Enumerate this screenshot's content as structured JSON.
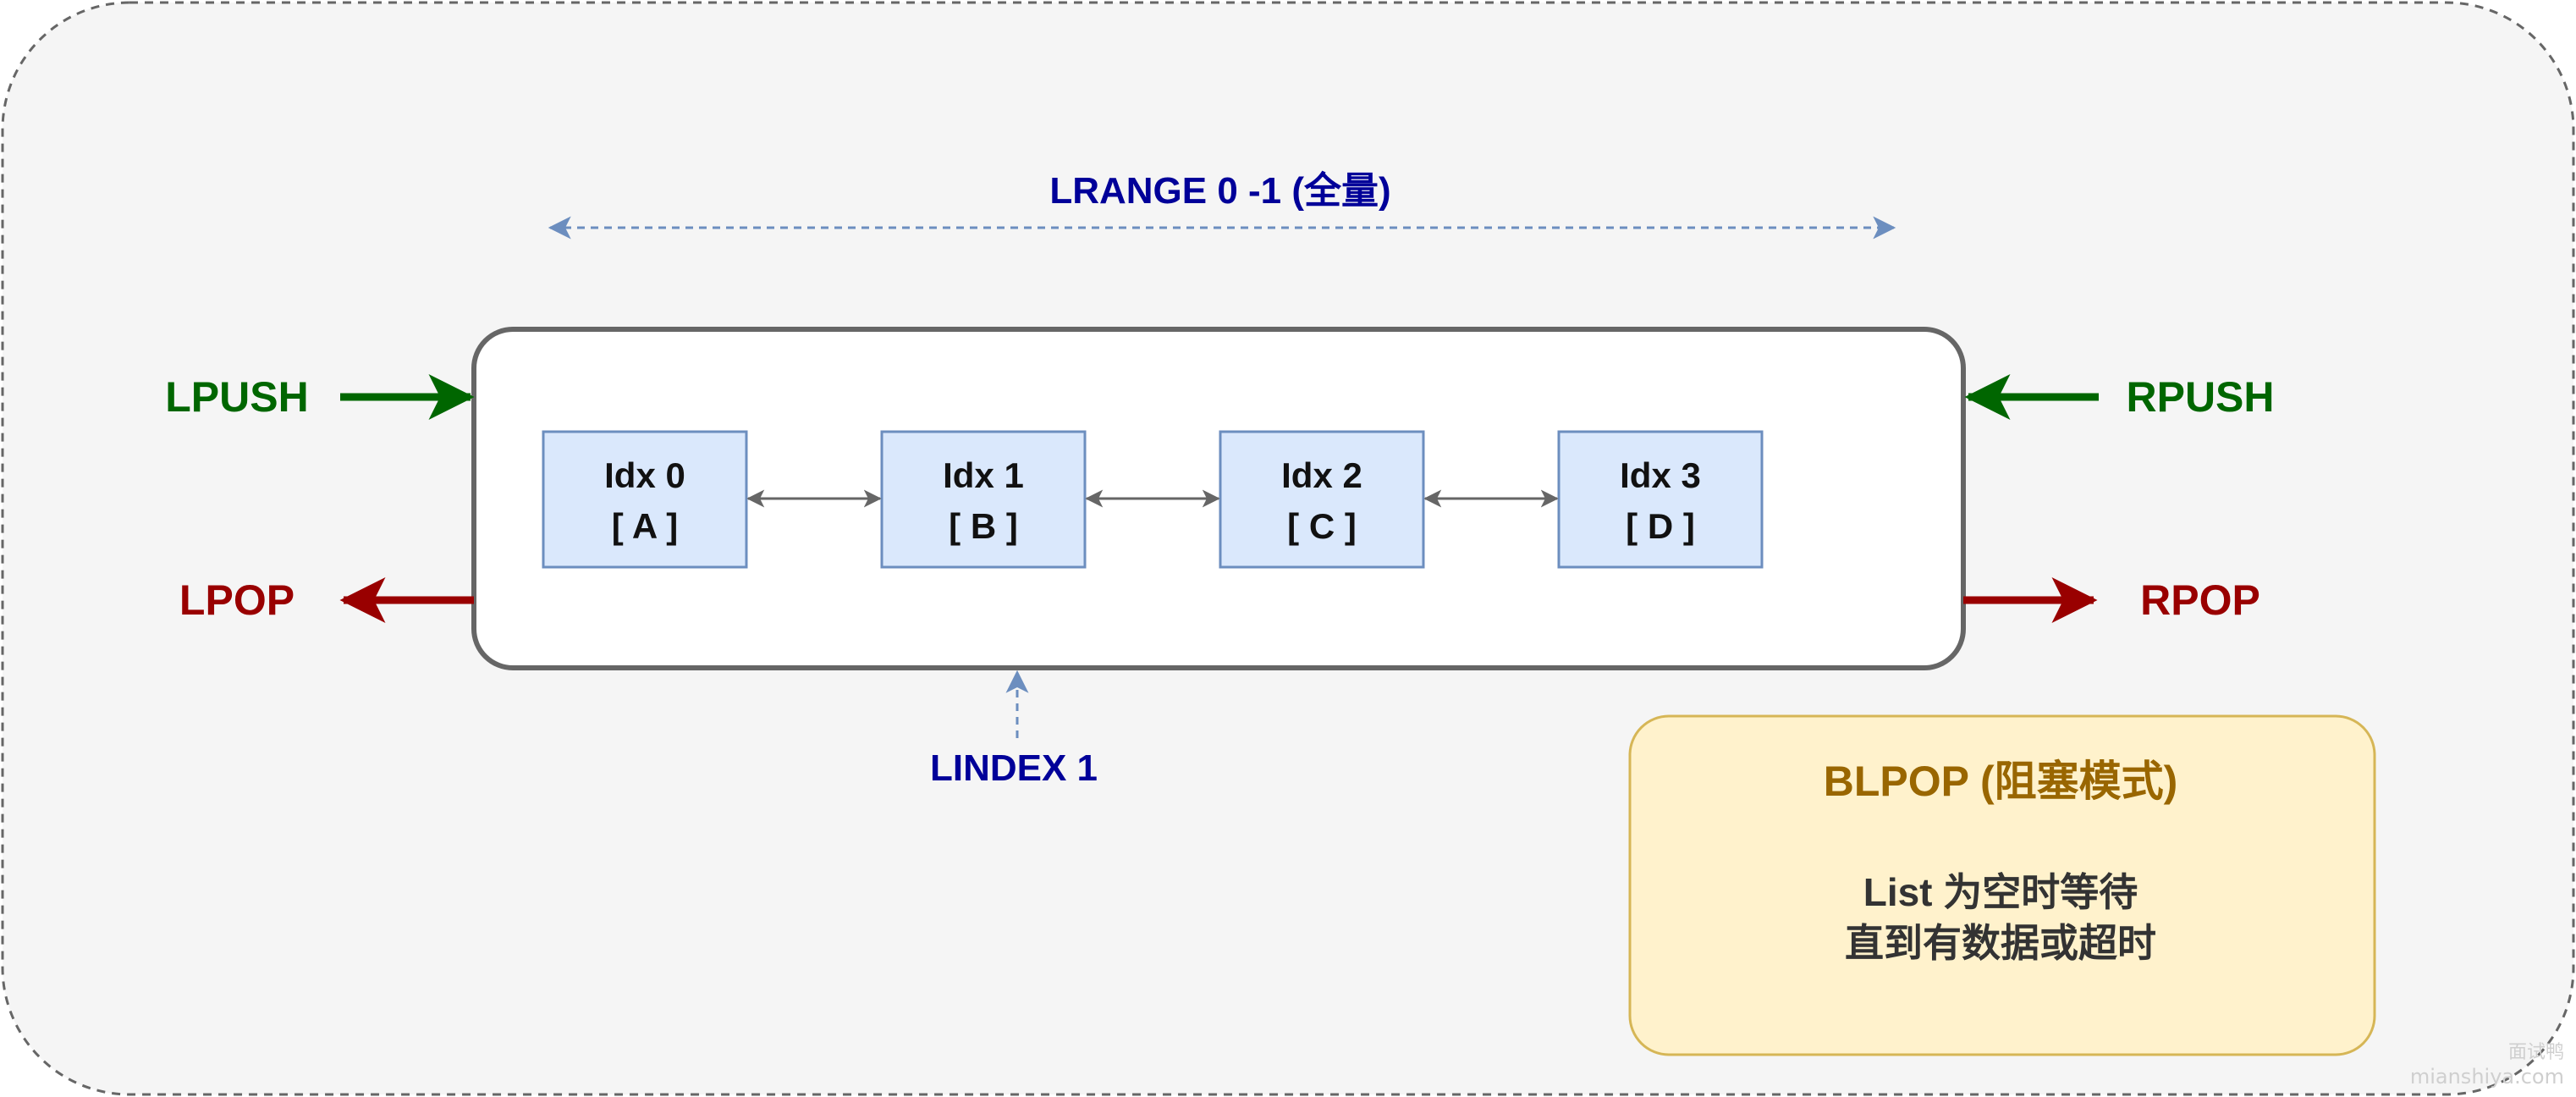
{
  "colors": {
    "frame_fill": "#f5f5f5",
    "frame_stroke": "#666666",
    "push": "#006600",
    "pop": "#990000",
    "range": "#000099",
    "dashed_arrow": "#6c8ebf",
    "node_fill": "#dae8fc",
    "node_stroke": "#6c8ebf",
    "note_fill": "#fff2cc",
    "note_stroke": "#d6b656",
    "note_title": "#996600",
    "note_body": "#333333",
    "link": "#666666"
  },
  "labels": {
    "lrange": "LRANGE 0 -1 (全量)",
    "lpush": "LPUSH",
    "lpop": "LPOP",
    "rpush": "RPUSH",
    "rpop": "RPOP",
    "lindex": "LINDEX 1"
  },
  "nodes": [
    {
      "idx": "Idx 0",
      "value": "[ A ]"
    },
    {
      "idx": "Idx 1",
      "value": "[ B ]"
    },
    {
      "idx": "Idx 2",
      "value": "[ C ]"
    },
    {
      "idx": "Idx 3",
      "value": "[ D ]"
    }
  ],
  "note": {
    "title": "BLPOP (阻塞模式)",
    "line1": "List 为空时等待",
    "line2": "直到有数据或超时"
  },
  "watermark": {
    "line1": "面试鸭",
    "line2": "mianshiya.com"
  }
}
